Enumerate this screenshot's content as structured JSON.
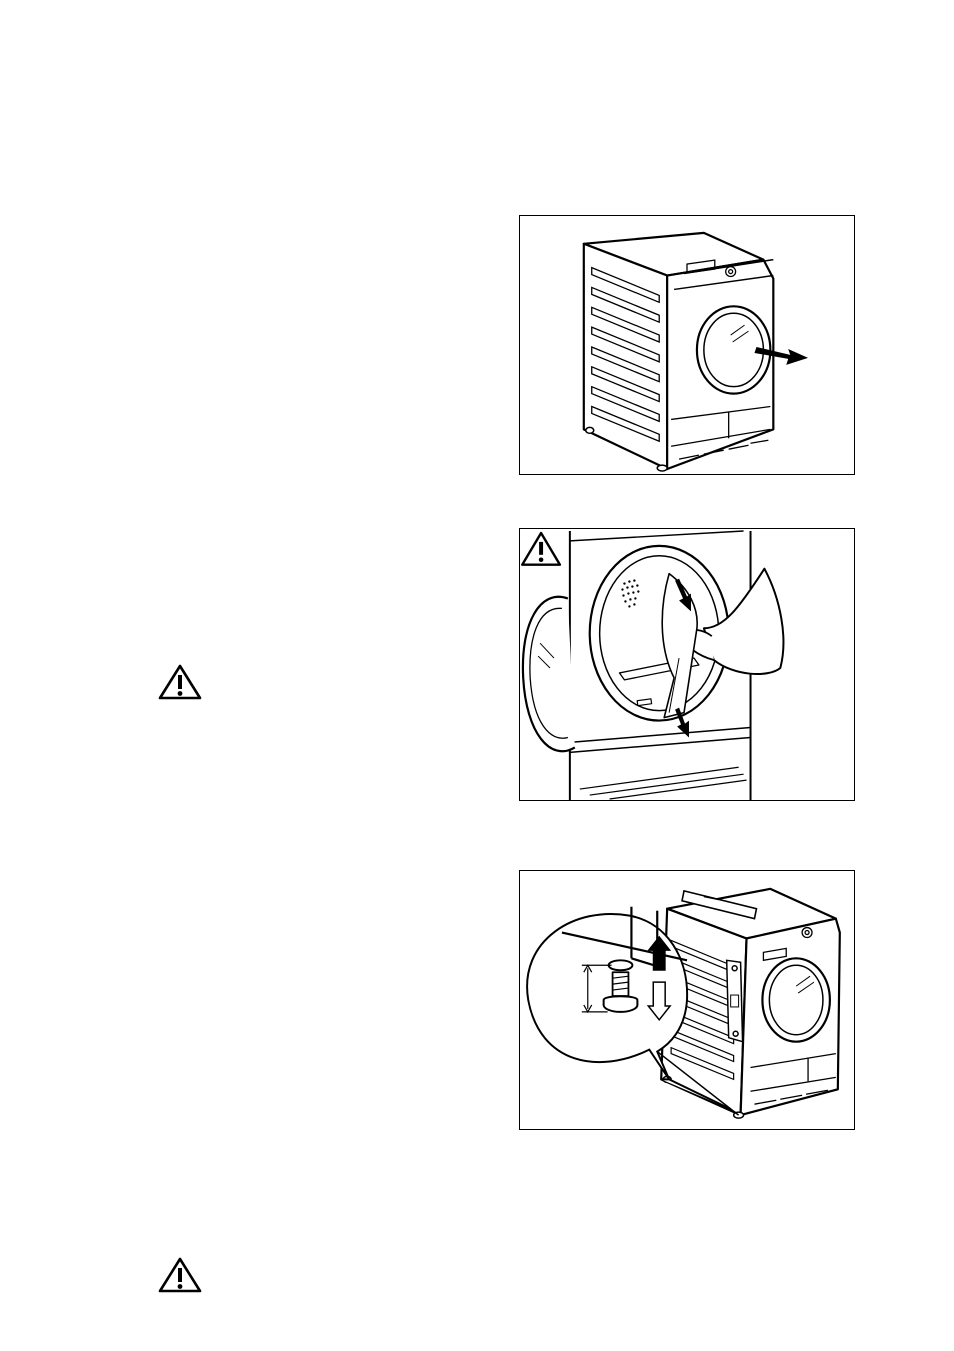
{
  "page": {
    "figures": [
      {
        "id": "fig-door-open",
        "icon": "dryer-door-pull-illustration"
      },
      {
        "id": "fig-remove-packaging",
        "icon": "drum-packaging-removal-illustration"
      },
      {
        "id": "fig-level-feet",
        "icon": "adjustable-foot-levelling-illustration"
      }
    ],
    "warning_icons": [
      "warning-triangle-icon",
      "warning-triangle-icon"
    ]
  }
}
